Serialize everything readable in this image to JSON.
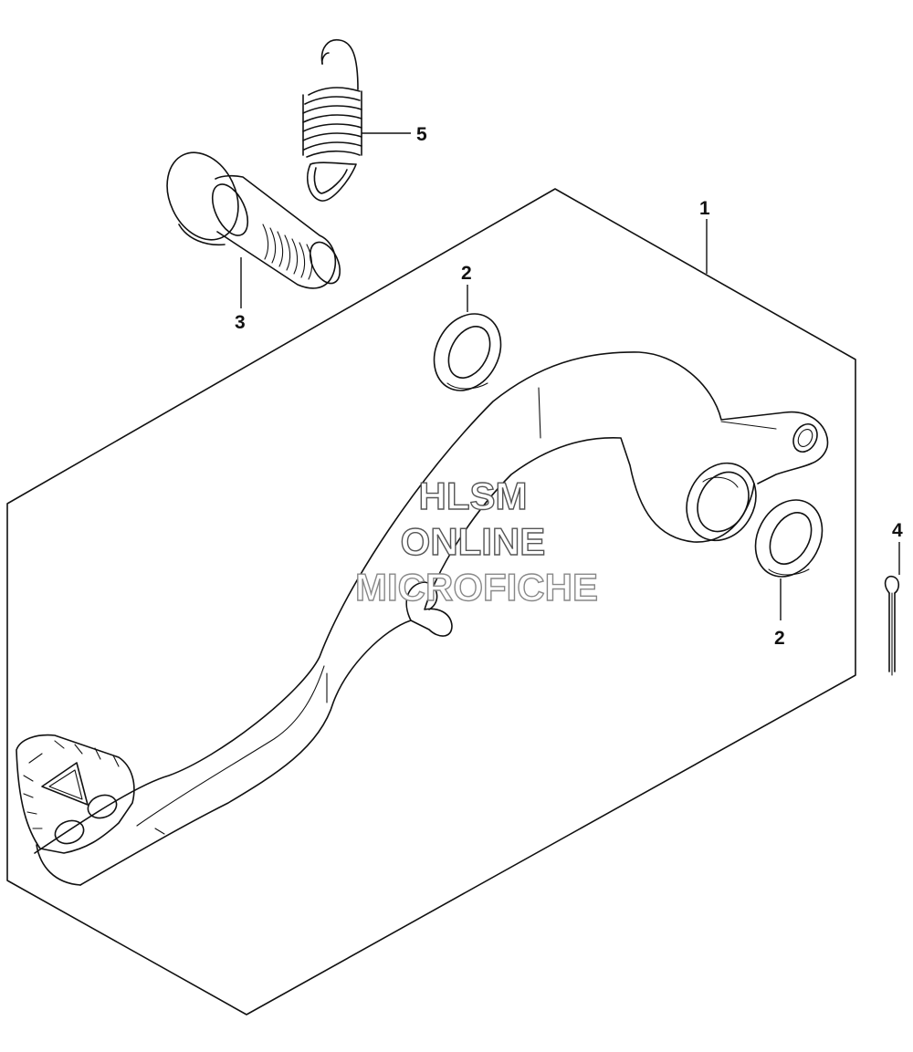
{
  "callouts": {
    "c1": "1",
    "c2a": "2",
    "c2b": "2",
    "c3": "3",
    "c4": "4",
    "c5": "5"
  },
  "watermark": {
    "line1": "HLSM",
    "line2": "ONLINE",
    "line3": "MICROFICHE"
  }
}
